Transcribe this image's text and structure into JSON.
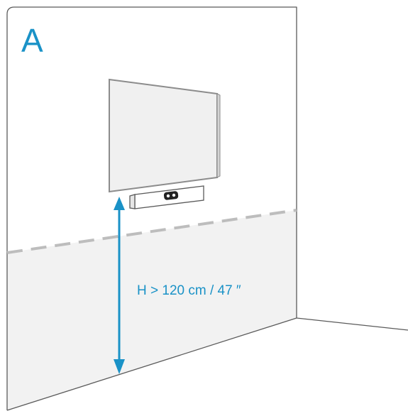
{
  "panel": {
    "letter": "A"
  },
  "dimension": {
    "label": "H > 120 cm / 47 ″",
    "min_height_cm": 120,
    "min_height_in": 47
  },
  "colors": {
    "outline": "#5a5a5a",
    "floor_zone_fill": "#f2f2f2",
    "dashed_line": "#bdbdbd",
    "screen_fill": "#f0f0f0",
    "screen_border": "#8c8c8c",
    "arrow": "#1a92c7",
    "accent_text": "#1a92c7",
    "letter": "#1a92c7"
  }
}
